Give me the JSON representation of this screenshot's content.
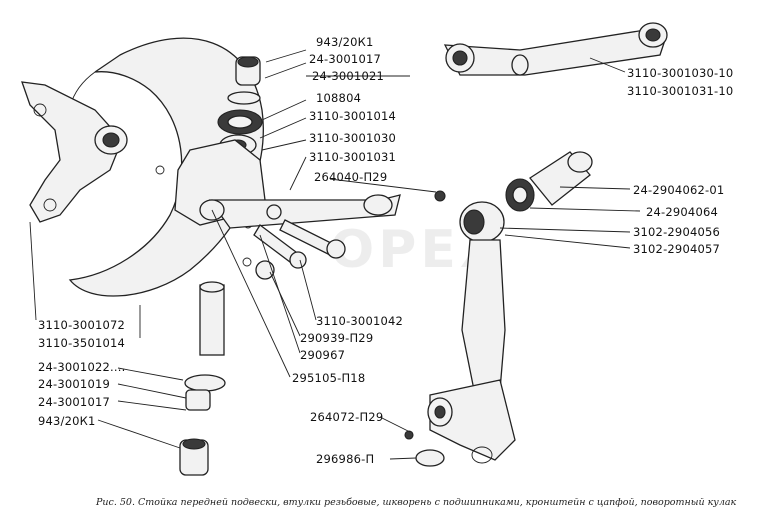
{
  "watermark": "OPEX",
  "caption": "Рис. 50. Стойка передней подвески, втулки резьбовые, шкворень с подшипниками, кронштейн с цапфой, поворотный кулак",
  "labels": {
    "l1": "943/20К1",
    "l2": "24-3001017",
    "l3": "24-3001021",
    "l4": "108804",
    "l5": "3110-3001014",
    "l6": "3110-3001030",
    "l7": "3110-3001031",
    "l8": "264040-П29",
    "l9": "3110-3001030-10",
    "l10": "3110-3001031-10",
    "l11": "24-2904062-01",
    "l12": "24-2904064",
    "l13": "3102-2904056",
    "l14": "3102-2904057",
    "l15": "3110-3001072",
    "l16": "3110-3501014",
    "l17": "24-3001022....",
    "l18": "24-3001019",
    "l19": "24-3001017",
    "l20": "943/20К1",
    "l21": "3110-3001042",
    "l22": "290939-П29",
    "l23": "290967",
    "l24": "295105-П18",
    "l25": "264072-П29",
    "l26": "296986-П"
  }
}
